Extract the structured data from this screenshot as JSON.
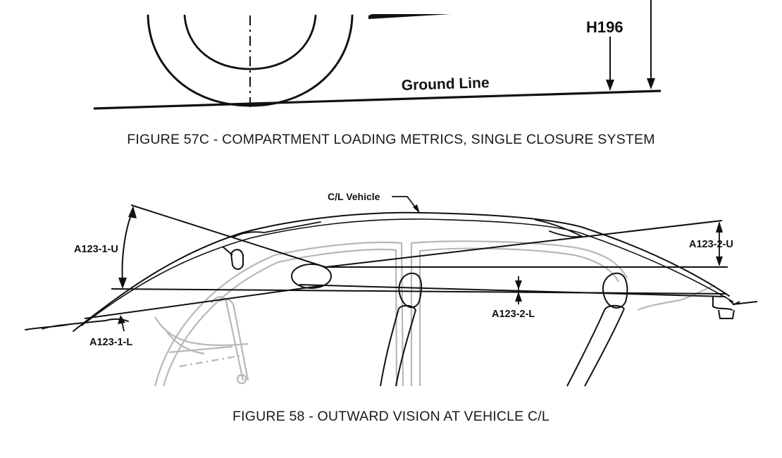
{
  "figure_57c": {
    "caption": "FIGURE 57C - COMPARTMENT LOADING METRICS, SINGLE CLOSURE SYSTEM",
    "label_h196": "H196",
    "label_ground_line": "Ground Line"
  },
  "figure_58": {
    "caption": "FIGURE 58 - OUTWARD VISION AT VEHICLE C/L",
    "label_cl_vehicle": "C/L Vehicle",
    "label_a123_1_u": "A123-1-U",
    "label_a123_1_l": "A123-1-L",
    "label_a123_2_u": "A123-2-U",
    "label_a123_2_l": "A123-2-L"
  },
  "colors": {
    "line": "#111111",
    "interior_outline": "#b8b8b8",
    "caption_text": "#1a1a1a"
  }
}
